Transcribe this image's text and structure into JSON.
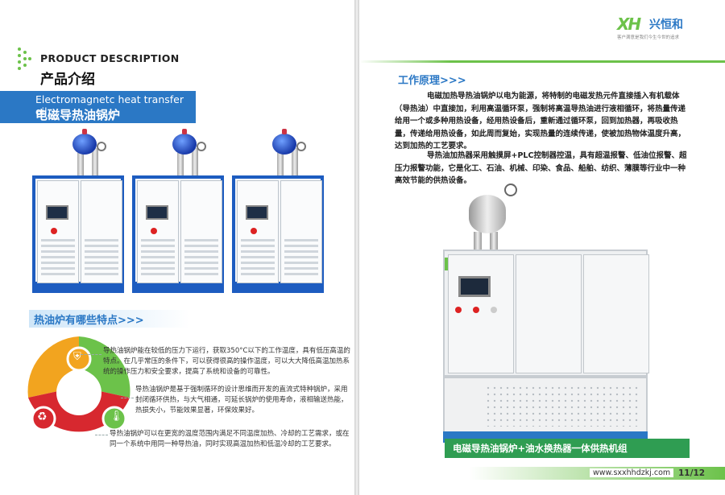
{
  "left": {
    "header_en": "PRODUCT DESCRIPTION",
    "header_cn": "产品介绍",
    "product_title_en": "Electromagnetc heat transfer oil",
    "product_title_cn": "电磁导热油锅炉",
    "features_title": "热油炉有哪些特点>>>",
    "features": [
      "导热油锅炉能在较低的压力下运行，获取350°C以下的工作温度，具有低压高温的特点。在几乎常压的条件下，可以获得很高的操作温度，可以大大降低高温加热系统的操作压力和安全要求，提高了系统和设备的可靠性。",
      "导热油锅炉是基于强制循环的设计思维而开发的直流式特种锅炉，采用封闭循环供热，与大气相通，可延长锅炉的使用寿命，液相输送热能，热损失小，节能效果显著，环保效果好。",
      "导热油锅炉可以在更宽的温度范围内满足不同温度加热、冷却的工艺需求，或在同一个系统中用同一种导热油，同时实现高温加热和低温冷却的工艺要求。"
    ],
    "colors": {
      "accent": "#2b78c5",
      "green": "#6cc24a",
      "orange": "#f2a41f",
      "red": "#d7282f"
    }
  },
  "right": {
    "logo_mark": "XH",
    "logo_name": "兴恒和",
    "logo_slogan": "客户满意是我们今生今世的追求",
    "work_title": "工作原理>>>",
    "work_p1": "电磁加热导热油锅炉以电为能源，将特制的电磁发热元件直接插入有机载体（导热油）中直接加，利用高温循环泵，强制将高温导热油进行液相循环，将热量传递给用一个或多种用热设备，经用热设备后，重新通过循环泵，回到加热器，再吸收热量，传递给用热设备，如此周而复始，实现热量的连续传递，使被加热物体温度升高，达到加热的工艺要求。",
    "work_p2": "导热油加热器采用触摸屏+PLC控制器控温，具有超温报警、低油位报警、超压力报警功能，它是化工、石油、机械、印染、食品、船舶、纺织、薄膜等行业中一种高效节能的供热设备。",
    "caption": "电磁导热油锅炉+油水换热器一体供热机组",
    "url": "www.sxxhhdzkj.com",
    "page_number": "11/12"
  }
}
